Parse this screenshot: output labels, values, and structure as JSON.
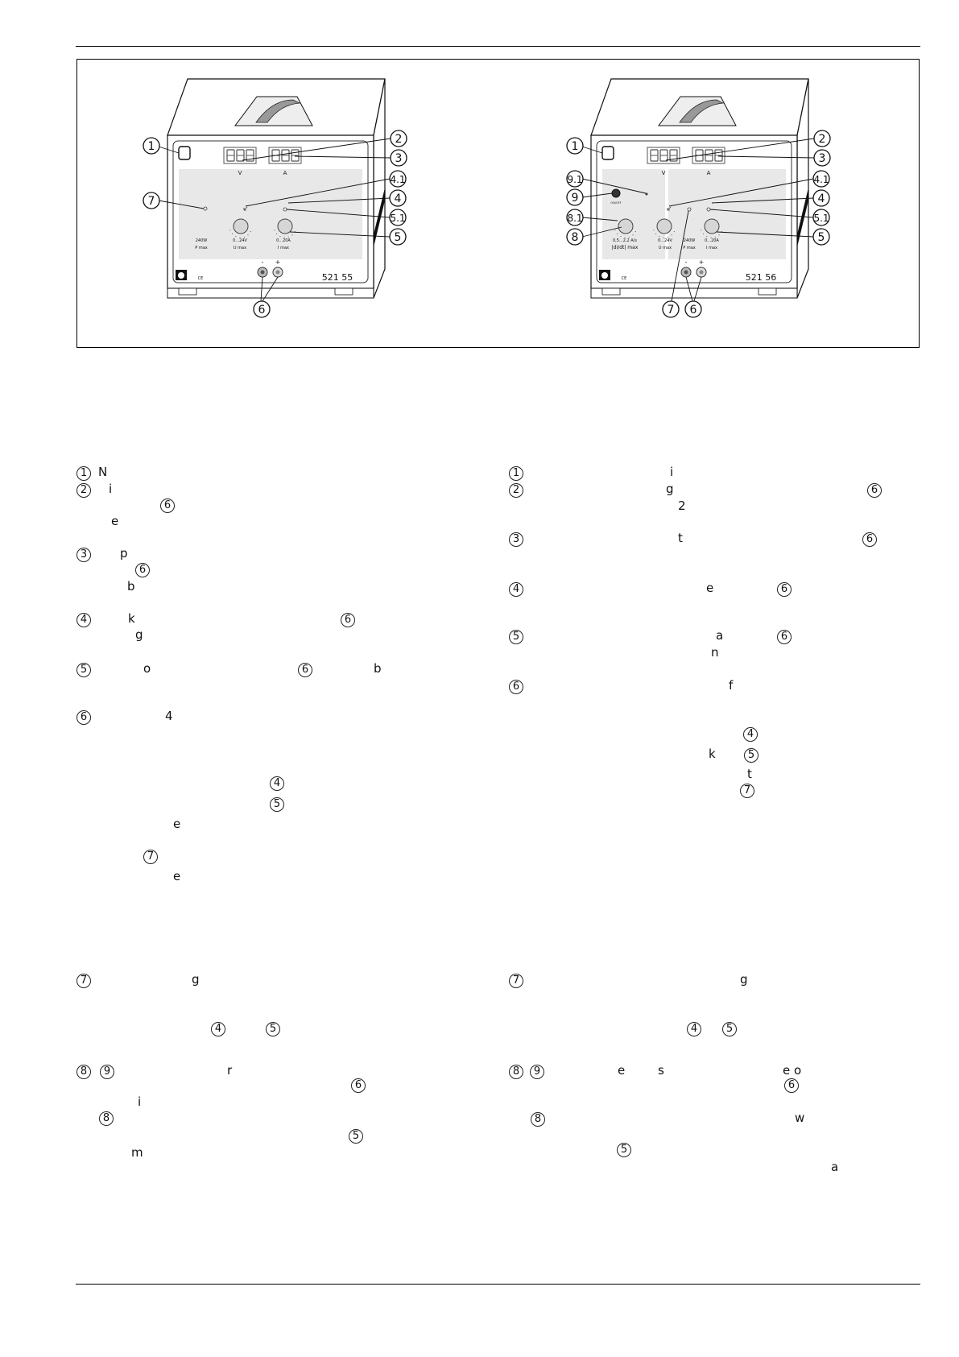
{
  "figure": {
    "devices": [
      {
        "id": "left",
        "model": "521 55",
        "display_units": [
          "V",
          "A"
        ],
        "panel_texts": [
          "240W",
          "P max",
          "0...24V",
          "U max",
          "0...20A",
          "I max"
        ],
        "terminal_signs": [
          "-",
          "+"
        ],
        "callouts": [
          "1",
          "2",
          "3",
          "4.1",
          "4",
          "5.1",
          "5",
          "6",
          "7"
        ]
      },
      {
        "id": "right",
        "model": "521 56",
        "display_units": [
          "V",
          "A"
        ],
        "panel_texts": [
          "ON/OFF",
          "0,5...2,2 A/s",
          "|dI/dt| max",
          "0...24V",
          "U max",
          "240W",
          "P max",
          "0...20A",
          "I max"
        ],
        "terminal_signs": [
          "-",
          "+"
        ],
        "callouts": [
          "1",
          "2",
          "3",
          "9.1",
          "9",
          "4.1",
          "4",
          "8.1",
          "8",
          "5.1",
          "5",
          "7",
          "6"
        ]
      }
    ]
  },
  "left_column": [
    "1",
    "N",
    "2",
    "i",
    "6",
    "e",
    "3",
    "p",
    "6",
    "b",
    "4",
    "k",
    "6",
    "g",
    "5",
    "o",
    "6",
    "b",
    "6",
    "4",
    "4",
    "5",
    "e",
    "7",
    "e",
    "7",
    "g",
    "4",
    "5",
    "8",
    "9",
    "r",
    "6",
    "i",
    "8",
    "5",
    "m"
  ],
  "right_column": [
    "1",
    "i",
    "2",
    "g",
    "6",
    "2",
    "3",
    "t",
    "6",
    "4",
    "e",
    "6",
    "5",
    "a",
    "6",
    "n",
    "6",
    "f",
    "4",
    "k",
    "5",
    "t",
    "7",
    "7",
    "g",
    "4",
    "5",
    "8",
    "9",
    "e",
    "s",
    "e o",
    "6",
    "8",
    "w",
    "5",
    "a"
  ]
}
